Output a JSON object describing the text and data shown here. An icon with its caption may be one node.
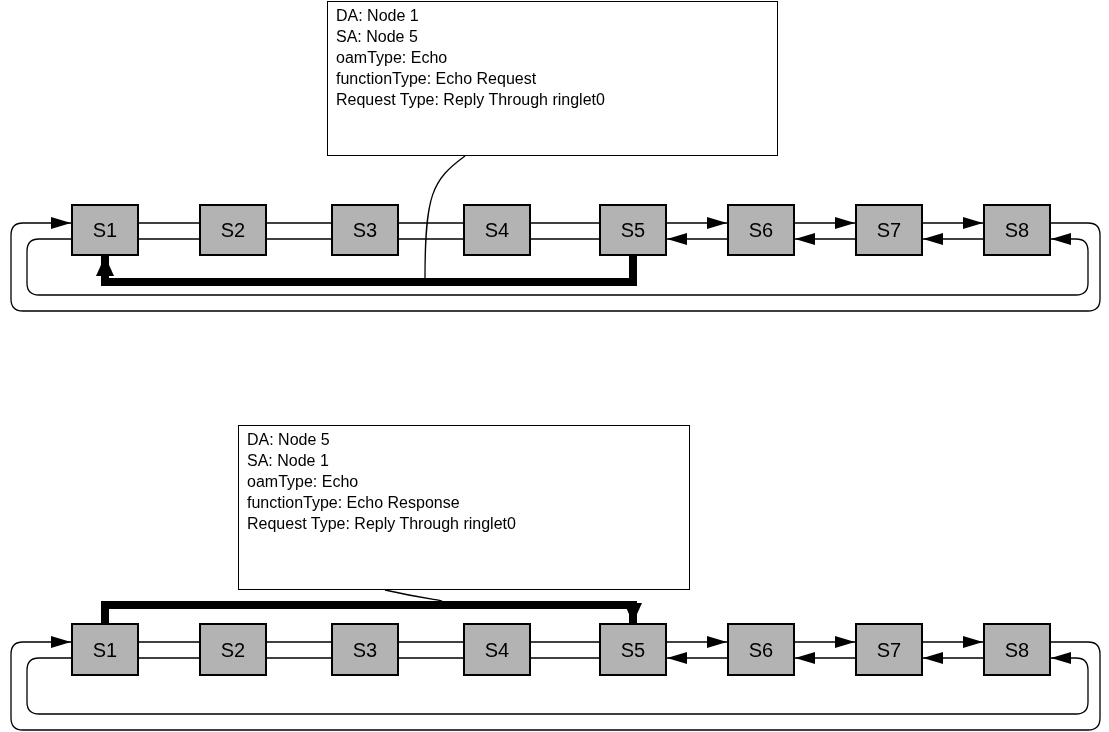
{
  "diagram": {
    "nodes": [
      {
        "text": [
          "DA: Node 1",
          "SA: Node 5",
          "oamType: Echo",
          "functionType: Echo Request",
          "Request Type: Reply Through ringlet0"
        ]
      },
      {
        "text": [
          "S1"
        ]
      },
      {
        "text": [
          "S2"
        ]
      },
      {
        "text": [
          "S3"
        ]
      },
      {
        "text": [
          "S4"
        ]
      },
      {
        "text": [
          "S5"
        ]
      },
      {
        "text": [
          "S6"
        ]
      },
      {
        "text": [
          "S7"
        ]
      },
      {
        "text": [
          "S8"
        ]
      },
      {
        "text": [
          "DA: Node 5",
          "SA: Node 1",
          "oamType: Echo",
          "functionType: Echo Response",
          "Request Type: Reply Through ringlet0"
        ]
      },
      {
        "text": [
          "S1"
        ]
      },
      {
        "text": [
          "S2"
        ]
      },
      {
        "text": [
          "S3"
        ]
      },
      {
        "text": [
          "S4"
        ]
      },
      {
        "text": [
          "S5"
        ]
      },
      {
        "text": [
          "S6"
        ]
      },
      {
        "text": [
          "S7"
        ]
      },
      {
        "text": [
          "S8"
        ]
      }
    ],
    "edges": [
      {
        "from": 1,
        "to": 2,
        "arrow": "none"
      },
      {
        "from": 2,
        "to": 1,
        "arrow": "none"
      },
      {
        "from": 2,
        "to": 3,
        "arrow": "none"
      },
      {
        "from": 3,
        "to": 2,
        "arrow": "none"
      },
      {
        "from": 3,
        "to": 4,
        "arrow": "none"
      },
      {
        "from": 4,
        "to": 3,
        "arrow": "none"
      },
      {
        "from": 4,
        "to": 5,
        "arrow": "none"
      },
      {
        "from": 5,
        "to": 4,
        "arrow": "none"
      },
      {
        "from": 5,
        "to": 6,
        "arrow": "to"
      },
      {
        "from": 6,
        "to": 5,
        "arrow": "to"
      },
      {
        "from": 6,
        "to": 7,
        "arrow": "to"
      },
      {
        "from": 7,
        "to": 6,
        "arrow": "to"
      },
      {
        "from": 7,
        "to": 8,
        "arrow": "to"
      },
      {
        "from": 8,
        "to": 7,
        "arrow": "to"
      },
      {
        "from": 8,
        "to": 1,
        "arrow": "to"
      },
      {
        "from": 1,
        "to": 8,
        "arrow": "to"
      },
      {
        "from": 5,
        "to": 1,
        "arrow": "to",
        "style": "thick"
      },
      {
        "from": 0,
        "to": null,
        "arrow": "none"
      },
      {
        "from": 10,
        "to": 11,
        "arrow": "none"
      },
      {
        "from": 11,
        "to": 10,
        "arrow": "none"
      },
      {
        "from": 11,
        "to": 12,
        "arrow": "none"
      },
      {
        "from": 12,
        "to": 11,
        "arrow": "none"
      },
      {
        "from": 12,
        "to": 13,
        "arrow": "none"
      },
      {
        "from": 13,
        "to": 12,
        "arrow": "none"
      },
      {
        "from": 13,
        "to": 14,
        "arrow": "none"
      },
      {
        "from": 14,
        "to": 13,
        "arrow": "none"
      },
      {
        "from": 14,
        "to": 15,
        "arrow": "to"
      },
      {
        "from": 15,
        "to": 14,
        "arrow": "to"
      },
      {
        "from": 15,
        "to": 16,
        "arrow": "to"
      },
      {
        "from": 16,
        "to": 15,
        "arrow": "to"
      },
      {
        "from": 16,
        "to": 17,
        "arrow": "to"
      },
      {
        "from": 17,
        "to": 16,
        "arrow": "to"
      },
      {
        "from": 17,
        "to": 10,
        "arrow": "to"
      },
      {
        "from": 10,
        "to": 17,
        "arrow": "to"
      },
      {
        "from": 10,
        "to": 14,
        "arrow": "to",
        "style": "thick"
      },
      {
        "from": 9,
        "to": null,
        "arrow": "none"
      }
    ]
  }
}
